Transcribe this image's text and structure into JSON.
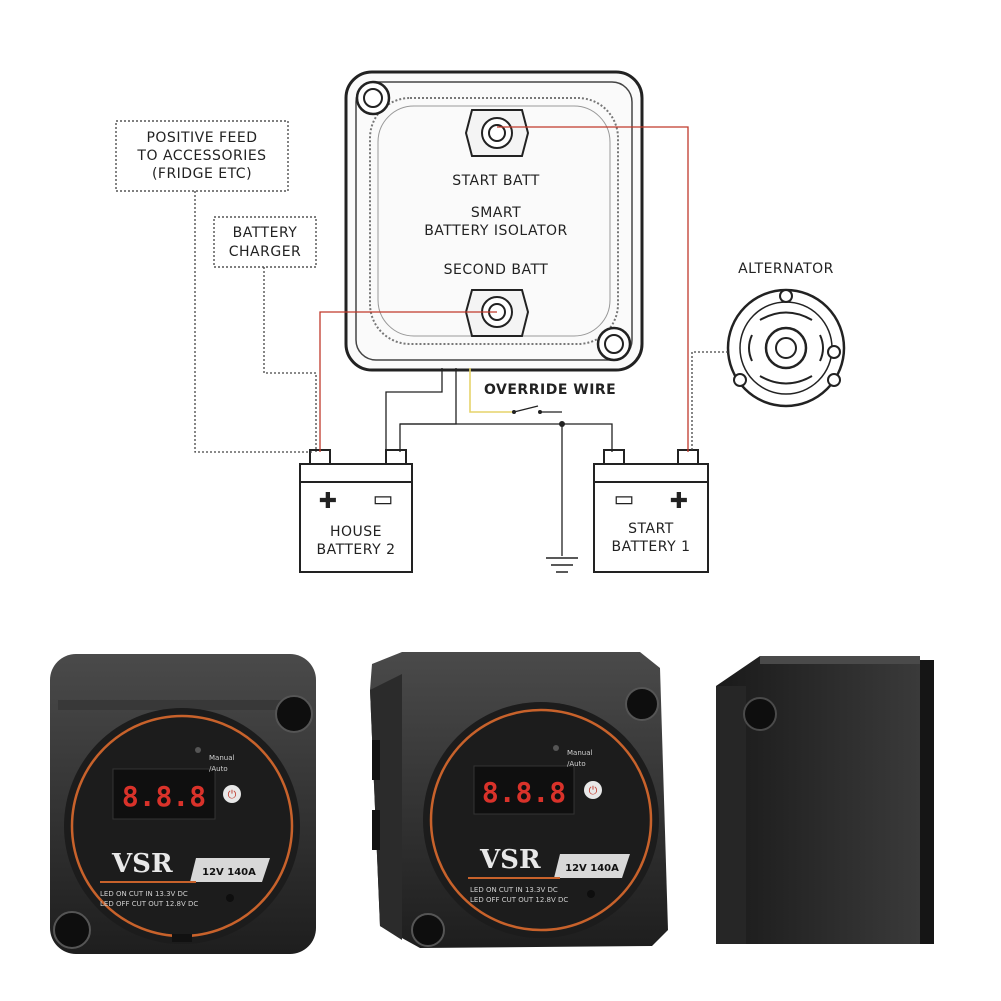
{
  "diagram": {
    "positive_feed_line1": "POSITIVE FEED",
    "positive_feed_line2": "TO ACCESSORIES",
    "positive_feed_line3": "(FRIDGE ETC)",
    "battery_charger_line1": "BATTERY",
    "battery_charger_line2": "CHARGER",
    "start_batt": "START BATT",
    "smart_line1": "SMART",
    "smart_line2": "BATTERY ISOLATOR",
    "second_batt": "SECOND BATT",
    "alternator": "ALTERNATOR",
    "override_wire": "OVERRIDE WIRE",
    "house_battery_line1": "HOUSE",
    "house_battery_line2": "BATTERY 2",
    "start_battery_line1": "START",
    "start_battery_line2": "BATTERY 1",
    "colors": {
      "red_wire": "#c0392b",
      "yellow_wire": "#e6d36a",
      "line": "#333333"
    }
  },
  "device": {
    "display": "8.8.8",
    "manual_auto_line1": "Manual",
    "manual_auto_line2": "/Auto",
    "brand": "VSR",
    "rating": "12V 140A",
    "led_on": "LED ON CUT IN 13.3V DC",
    "led_off": "LED OFF CUT OUT 12.8V DC",
    "colors": {
      "accent": "#c8622b",
      "body": "#2a2a2a"
    }
  }
}
